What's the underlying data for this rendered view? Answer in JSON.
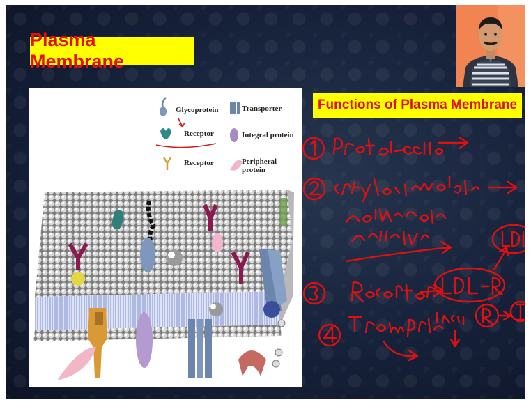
{
  "slide": {
    "title": "Plasma Membrane",
    "functions_title": "Functions of Plasma Membrane"
  },
  "figure": {
    "legend": {
      "glycoprotein": "Glycoprotein",
      "transporter": "Transporter",
      "receptor_teal": "Receptor",
      "integral_protein": "Integral protein",
      "receptor_y": "Receptor",
      "peripheral_protein": "Peripheral protein"
    }
  },
  "colors": {
    "title_bg": "#ffff00",
    "title_text": "#e10f0f",
    "ink": "#e01010",
    "background": "#16213a",
    "webcam_bg": "#f27d49"
  },
  "icons": [
    "glycoprotein-icon",
    "transporter-icon",
    "receptor-icon",
    "integral-protein-icon",
    "receptor-y-icon",
    "peripheral-protein-icon"
  ]
}
